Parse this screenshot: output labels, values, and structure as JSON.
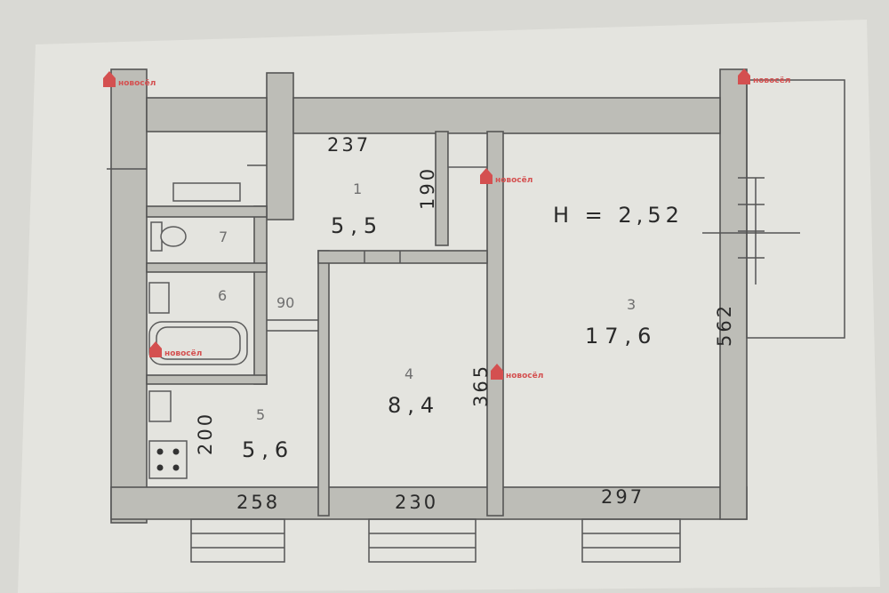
{
  "plan": {
    "ceiling_height": "H = 2,52",
    "rooms": [
      {
        "number": "1",
        "area": "5,5"
      },
      {
        "number": "3",
        "area": "17,6"
      },
      {
        "number": "4",
        "area": "8,4"
      },
      {
        "number": "5",
        "area": "5,6"
      },
      {
        "number": "6",
        "area": ""
      },
      {
        "number": "7",
        "area": ""
      }
    ],
    "dimensions": {
      "hall_width": "237",
      "hall_depth": "190",
      "room3_depth": "562",
      "room4_depth": "365",
      "kitchen_depth": "200",
      "kitchen_width": "258",
      "room4_width": "230",
      "room3_width": "297",
      "corridor_width": "90"
    }
  },
  "watermark": {
    "brand": "новосёл",
    "icon": "house-logo-icon"
  }
}
